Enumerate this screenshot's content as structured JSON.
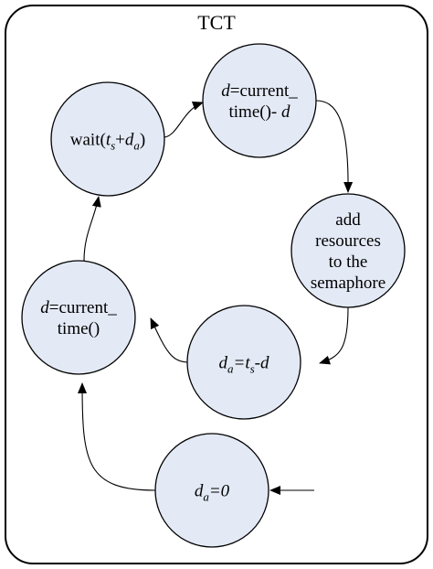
{
  "diagram": {
    "title": "TCT",
    "nodes": [
      {
        "id": "wait",
        "lines": [
          [
            {
              "t": "wait("
            },
            {
              "t": "t",
              "i": true
            },
            {
              "t": "s",
              "i": true,
              "sub": true
            },
            {
              "t": "+"
            },
            {
              "t": "d",
              "i": true
            },
            {
              "t": "a",
              "i": true,
              "sub": true
            },
            {
              "t": ")"
            }
          ]
        ]
      },
      {
        "id": "compute-d-elapsed",
        "lines": [
          [
            {
              "t": "d",
              "i": true
            },
            {
              "t": "=current_"
            }
          ],
          [
            {
              "t": "time()- "
            },
            {
              "t": "d",
              "i": true
            }
          ]
        ]
      },
      {
        "id": "add-resources",
        "lines": [
          [
            {
              "t": "add"
            }
          ],
          [
            {
              "t": "resources"
            }
          ],
          [
            {
              "t": "to the"
            }
          ],
          [
            {
              "t": "semaphore"
            }
          ]
        ]
      },
      {
        "id": "compute-da",
        "lines": [
          [
            {
              "t": "d",
              "i": true
            },
            {
              "t": "a",
              "i": true,
              "sub": true
            },
            {
              "t": "=",
              "i": true
            },
            {
              "t": "t",
              "i": true
            },
            {
              "t": "s",
              "i": true,
              "sub": true
            },
            {
              "t": "-d",
              "i": true
            }
          ]
        ]
      },
      {
        "id": "record-d",
        "lines": [
          [
            {
              "t": "d",
              "i": true
            },
            {
              "t": "=current_"
            }
          ],
          [
            {
              "t": "time()"
            }
          ]
        ]
      },
      {
        "id": "init-da",
        "lines": [
          [
            {
              "t": "d",
              "i": true
            },
            {
              "t": "a",
              "i": true,
              "sub": true
            },
            {
              "t": "=0",
              "i": true
            }
          ]
        ]
      }
    ],
    "edges": [
      {
        "from": "wait",
        "to": "compute-d-elapsed"
      },
      {
        "from": "compute-d-elapsed",
        "to": "add-resources"
      },
      {
        "from": "add-resources",
        "to": "compute-da"
      },
      {
        "from": "compute-da",
        "to": "record-d"
      },
      {
        "from": "record-d",
        "to": "wait"
      },
      {
        "from": "init-da",
        "to": "record-d"
      },
      {
        "from": "external",
        "to": "init-da"
      }
    ]
  }
}
